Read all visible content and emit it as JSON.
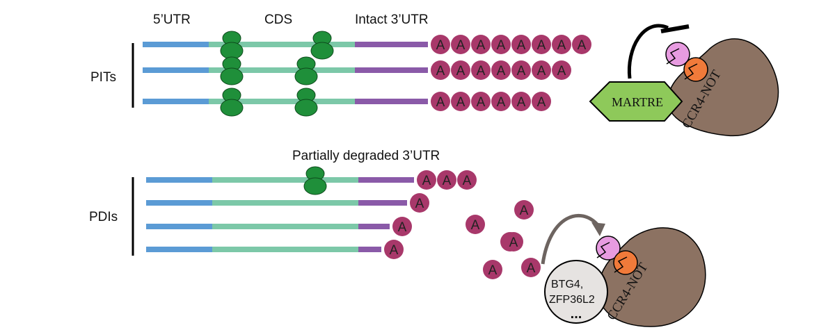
{
  "labels": {
    "utr5": "5’UTR",
    "cds": "CDS",
    "intact3utr": "Intact 3’UTR",
    "partial3utr": "Partially degraded 3’UTR",
    "pits": "PITs",
    "pdis": "PDIs"
  },
  "poly_a_letter": "A",
  "proteins": {
    "martre": "MARTRE",
    "ccr4_not_top": "CCR4-NOT",
    "ccr4_not_bottom": "CCR4-NOT",
    "btg4_line1": "BTG4,",
    "btg4_line2": "ZFP36L2",
    "btg4_line3": "..."
  },
  "colors": {
    "utr5": "#5b9bd5",
    "cds": "#7cc8a8",
    "utr3": "#8a5aa8",
    "poly_a": "#a8386a",
    "ribosome": "#1f8f3a",
    "martre": "#8ec95a",
    "ccr4": "#8c7262",
    "sub_pink": "#e79be0",
    "sub_orange": "#f07a3a",
    "btg4": "#e6e3e1"
  },
  "pits": [
    {
      "poly_a": 8,
      "ribosomes_on_cds": 2
    },
    {
      "poly_a": 7,
      "ribosomes_on_cds": 2
    },
    {
      "poly_a": 6,
      "ribosomes_on_cds": 2
    }
  ],
  "pdis": [
    {
      "poly_a": 3,
      "ribosomes_on_cds": 1
    },
    {
      "poly_a": 1,
      "ribosomes_on_cds": 0
    },
    {
      "poly_a": 1,
      "ribosomes_on_cds": 0
    },
    {
      "poly_a": 1,
      "ribosomes_on_cds": 0
    }
  ],
  "free_a_count": 6
}
